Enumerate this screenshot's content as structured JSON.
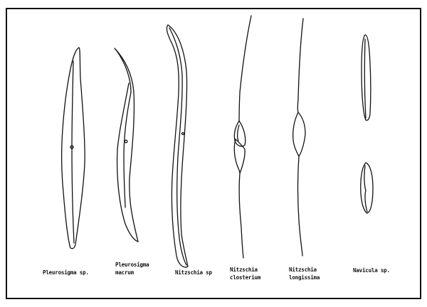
{
  "figure": {
    "specimens": [
      {
        "id": "pleurosigma-sp",
        "line1": "Pleurosigma sp.",
        "line2": ""
      },
      {
        "id": "pleurosigma-macrum",
        "line1": "Pleurosigma",
        "line2": "macrum"
      },
      {
        "id": "nitzschia-sp",
        "line1": "Nitzschia sp",
        "line2": ""
      },
      {
        "id": "nitzschia-closterium",
        "line1": "Nitzschia",
        "line2": "closterium"
      },
      {
        "id": "nitzschia-longissima",
        "line1": "Nitzschia",
        "line2": "longissima"
      },
      {
        "id": "navicula-sp",
        "line1": "Navicula sp.",
        "line2": ""
      }
    ]
  }
}
